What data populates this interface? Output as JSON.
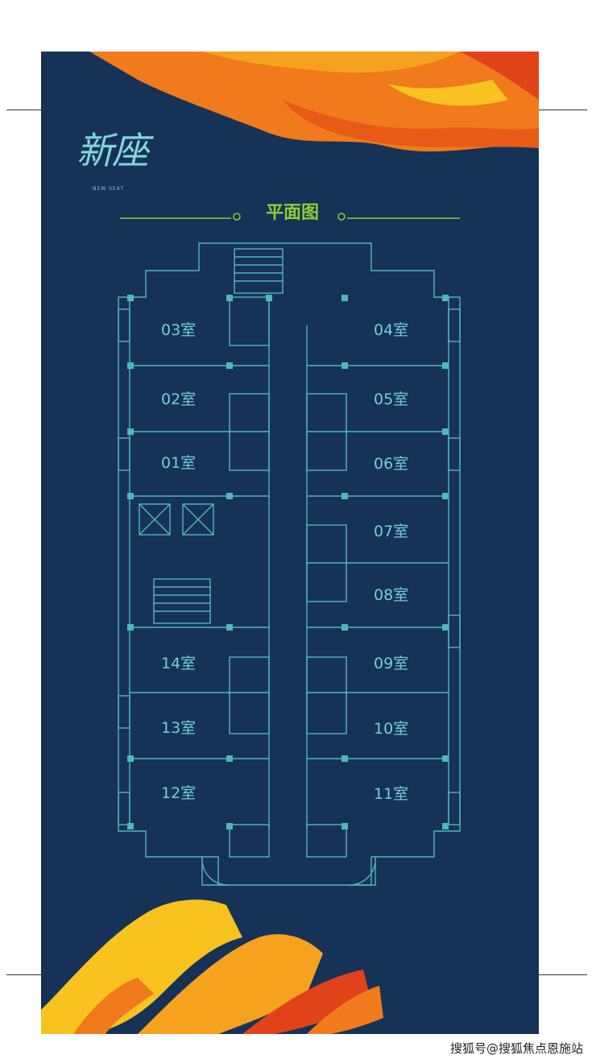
{
  "logo": {
    "text": "新座",
    "subtitle": "NEW SEAT"
  },
  "plan": {
    "title": "平面图"
  },
  "rooms": {
    "r03": "03室",
    "r04": "04室",
    "r02": "02室",
    "r05": "05室",
    "r01": "01室",
    "r06": "06室",
    "r07": "07室",
    "r08": "08室",
    "r14": "14室",
    "r09": "09室",
    "r13": "13室",
    "r10": "10室",
    "r12": "12室",
    "r11": "11室"
  },
  "watermark": "搜狐号@搜狐焦点恩施站",
  "colors": {
    "background": "#173257",
    "lines": "#4fb7c4",
    "title": "#8ecd36",
    "room_text": "#6fd0d6",
    "brush_orange": "#f07a1c",
    "brush_yellow": "#f8c21f"
  }
}
